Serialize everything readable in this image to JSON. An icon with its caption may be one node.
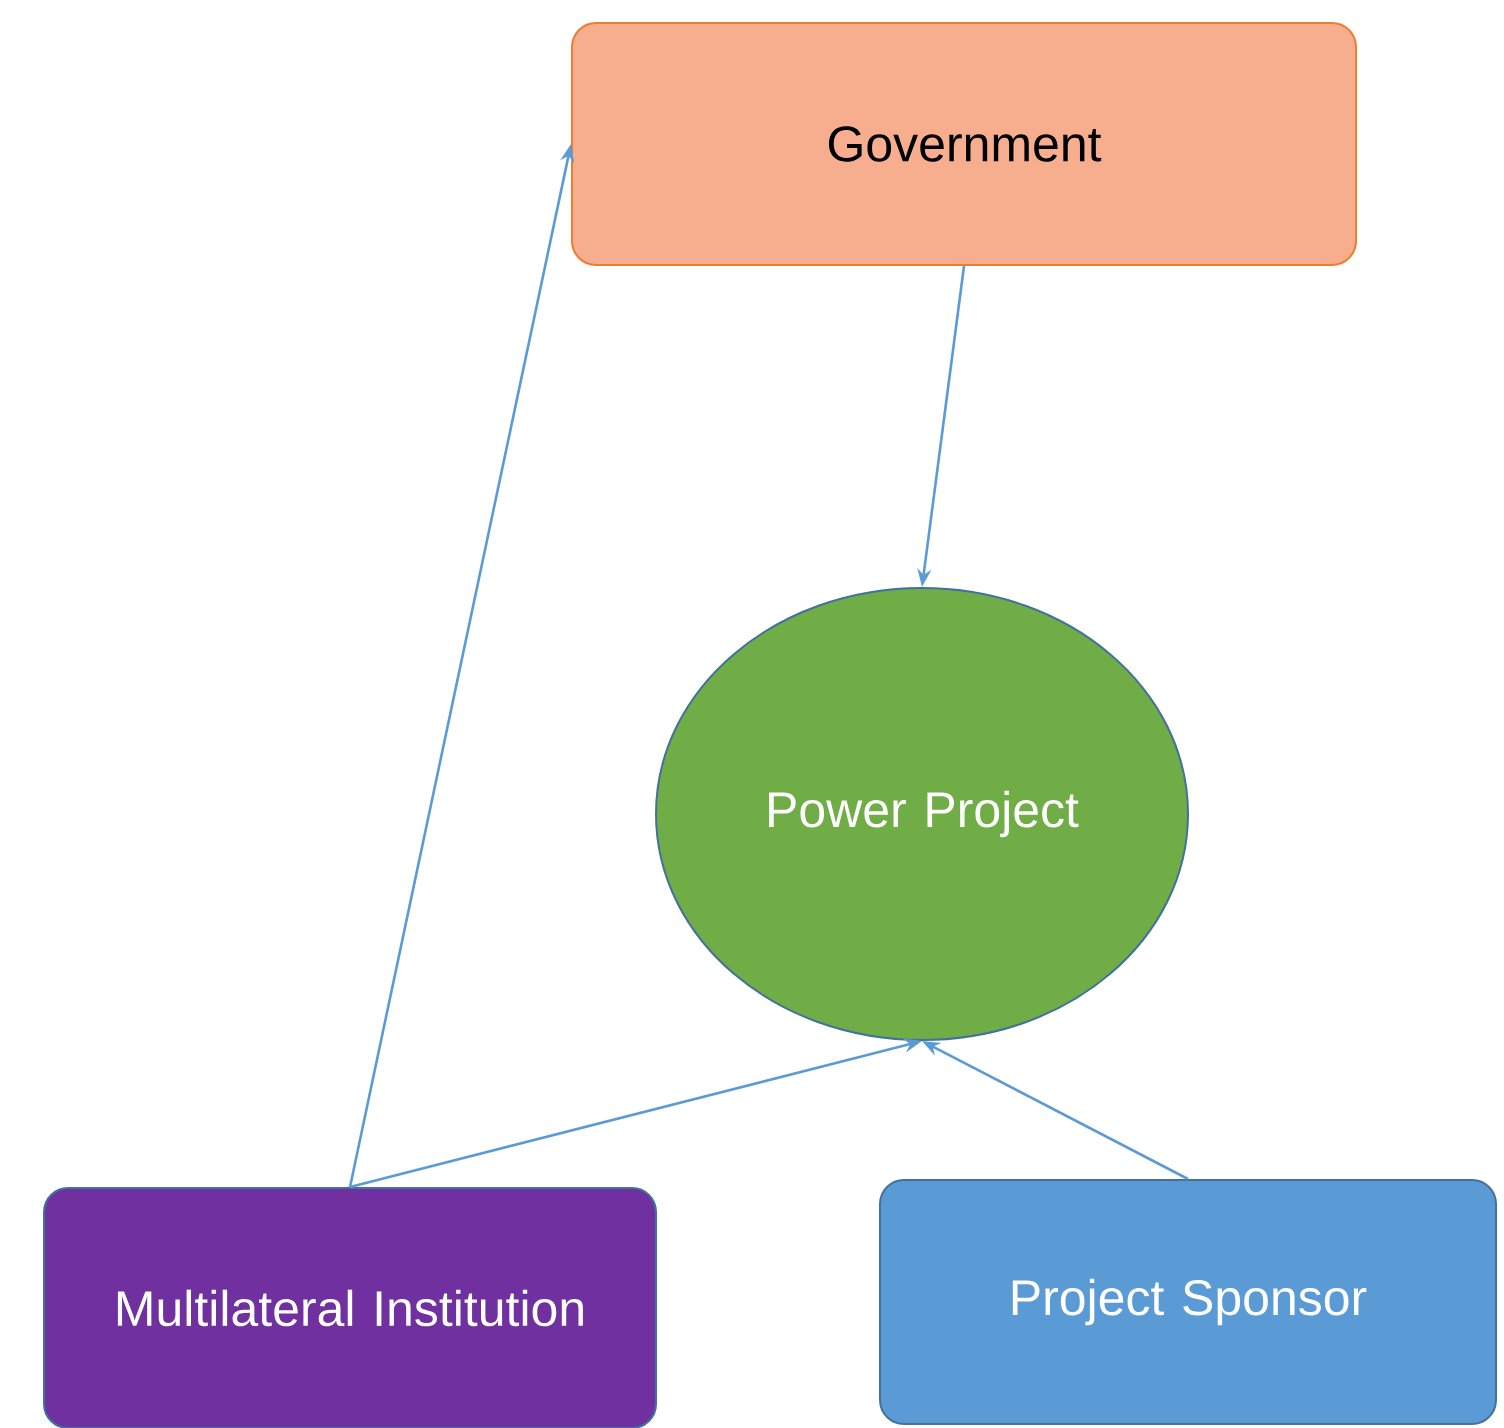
{
  "diagram": {
    "nodes": [
      {
        "text": [
          "Government"
        ]
      },
      {
        "text": [
          "Power Project"
        ]
      },
      {
        "text": [
          "Multilateral Institution"
        ]
      },
      {
        "text": [
          "Project Sponsor"
        ]
      }
    ],
    "edges": [
      {
        "from": 0,
        "to": 1,
        "arrow": "to"
      },
      {
        "from": 2,
        "to": 0,
        "arrow": "to"
      },
      {
        "from": 2,
        "to": 1,
        "arrow": "to"
      },
      {
        "from": 3,
        "to": 1,
        "arrow": "to"
      }
    ]
  }
}
